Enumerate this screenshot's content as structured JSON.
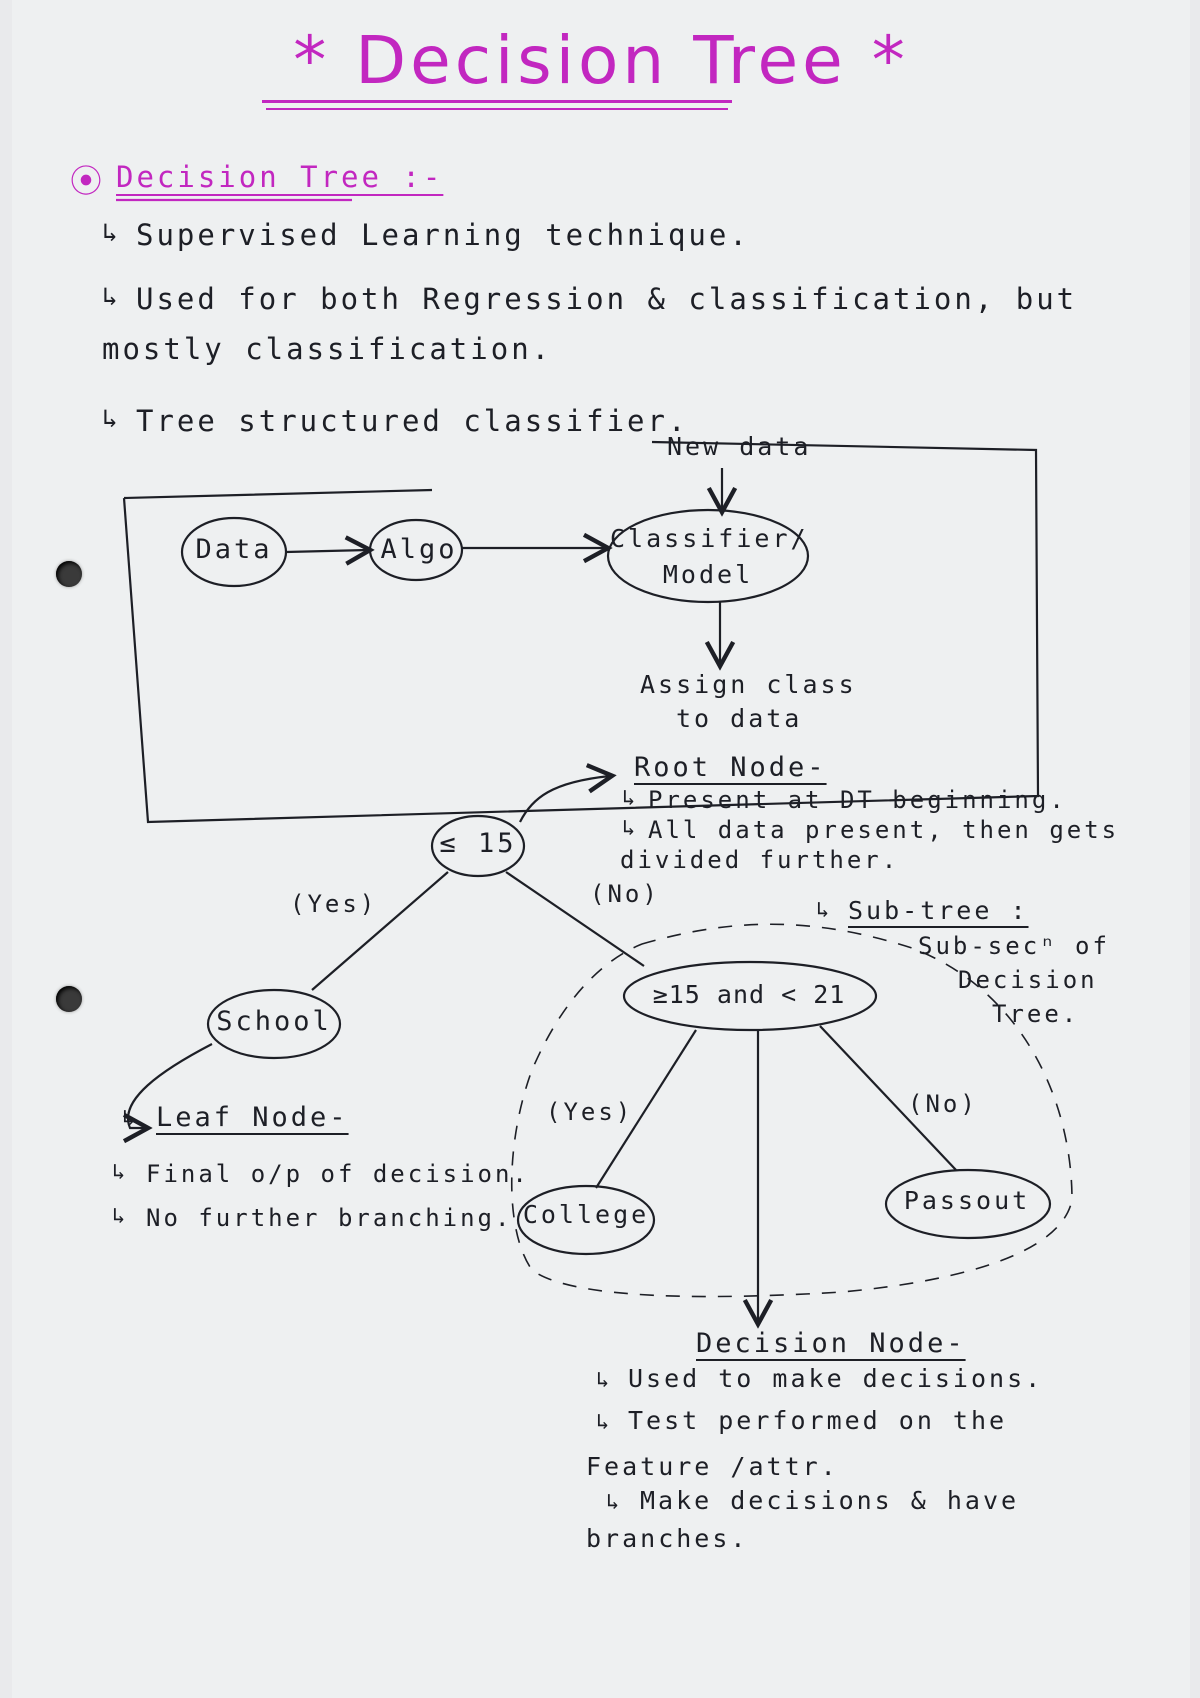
{
  "title": "* Decision Tree *",
  "section_heading": "Decision Tree :-",
  "bullets": {
    "b1": "Supervised Learning technique.",
    "b2_line1": "Used for both Regression & classification, but",
    "b2_line2": "mostly classification.",
    "b3": "Tree structured classifier."
  },
  "flow": {
    "new_data": "New data",
    "data": "Data",
    "algo": "Algo",
    "classifier_line1": "Classifier/",
    "classifier_line2": "Model",
    "assign_line1": "Assign class",
    "assign_line2": "to data"
  },
  "root_node": {
    "heading": "Root Node-",
    "line1": "Present at DT beginning.",
    "line2": "All data present, then gets",
    "line3": "divided further."
  },
  "tree": {
    "root": "≤ 15",
    "yes_left": "(Yes)",
    "no_right": "(No)",
    "school": "School",
    "middle": "≥15  and  < 21",
    "yes2": "(Yes)",
    "no2": "(No)",
    "college": "College",
    "passout": "Passout"
  },
  "sub_tree": {
    "heading": "Sub-tree :",
    "line1": "Sub-secⁿ of",
    "line2": "Decision",
    "line3": "Tree."
  },
  "leaf_node": {
    "heading": "Leaf Node-",
    "line1": "Final o/p of decision.",
    "line2": "No further branching."
  },
  "decision_node": {
    "heading": "Decision Node-",
    "line1": "Used to make decisions.",
    "line2": "Test performed on the",
    "line3": "Feature /attr.",
    "line4": "Make decisions & have",
    "line5": "branches."
  },
  "colors": {
    "pink": "#c227c0",
    "ink": "#1d1f26",
    "paper": "#eef0f1"
  }
}
